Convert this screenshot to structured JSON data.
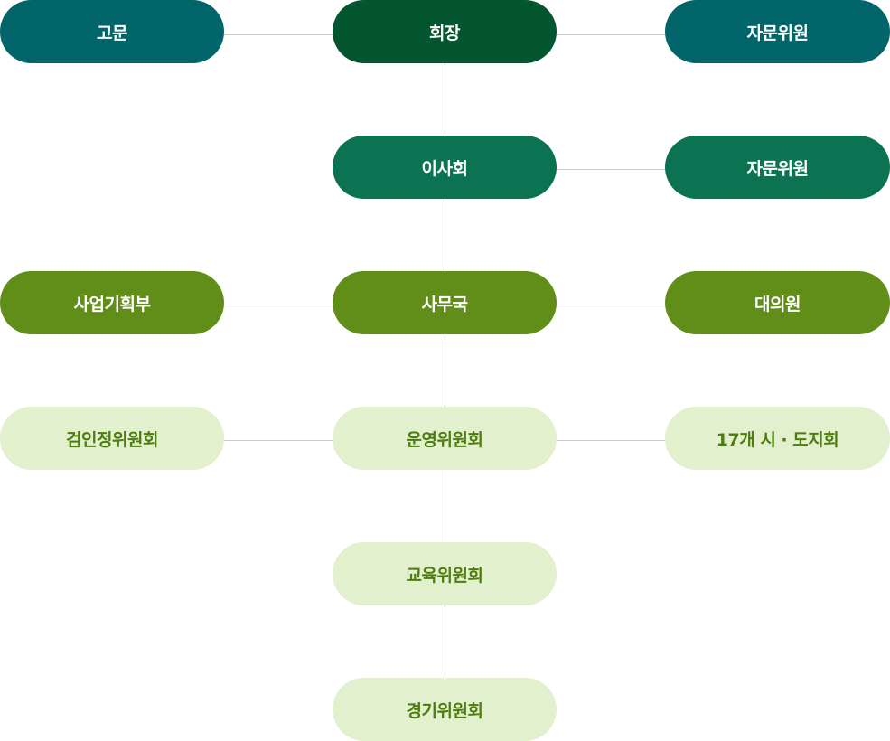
{
  "org_chart": {
    "rows": [
      {
        "left": "고문",
        "center": "회장",
        "right": "자문위원"
      },
      {
        "left": null,
        "center": "이사회",
        "right": "자문위원"
      },
      {
        "left": "사업기획부",
        "center": "사무국",
        "right": "대의원"
      },
      {
        "left": "검인정위원회",
        "center": "운영위원회",
        "right": "17개 시 · 도지회"
      },
      {
        "left": null,
        "center": "교육위원회",
        "right": null
      },
      {
        "left": null,
        "center": "경기위원회",
        "right": null
      }
    ]
  },
  "colors": {
    "teal": "#02656a",
    "dark_green": "#045631",
    "green": "#0c7352",
    "olive": "#618e18",
    "light": "#e2f0cd",
    "light_text": "#4d7c0f",
    "connector": "#cccccc"
  }
}
